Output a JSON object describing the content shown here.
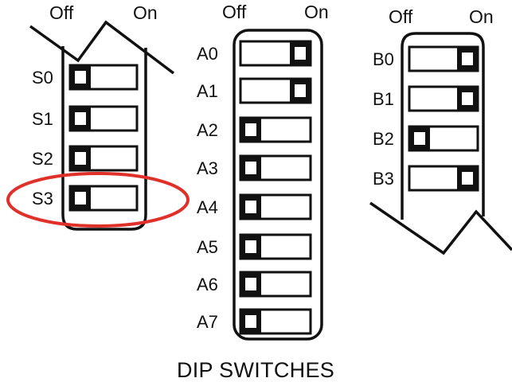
{
  "diagram": {
    "title": "DIP SWITCHES",
    "colors": {
      "outline": "#111111",
      "highlight": "#e0302a",
      "background": "#ffffff"
    },
    "banks": [
      {
        "id": "S",
        "off_label": "Off",
        "on_label": "On",
        "switches": [
          {
            "label": "S0",
            "state": "Off"
          },
          {
            "label": "S1",
            "state": "Off"
          },
          {
            "label": "S2",
            "state": "Off"
          },
          {
            "label": "S3",
            "state": "Off",
            "highlighted": true
          }
        ]
      },
      {
        "id": "A",
        "off_label": "Off",
        "on_label": "On",
        "switches": [
          {
            "label": "A0",
            "state": "On"
          },
          {
            "label": "A1",
            "state": "On"
          },
          {
            "label": "A2",
            "state": "Off"
          },
          {
            "label": "A3",
            "state": "Off"
          },
          {
            "label": "A4",
            "state": "Off"
          },
          {
            "label": "A5",
            "state": "Off"
          },
          {
            "label": "A6",
            "state": "Off"
          },
          {
            "label": "A7",
            "state": "Off"
          }
        ]
      },
      {
        "id": "B",
        "off_label": "Off",
        "on_label": "On",
        "switches": [
          {
            "label": "B0",
            "state": "On"
          },
          {
            "label": "B1",
            "state": "On"
          },
          {
            "label": "B2",
            "state": "Off"
          },
          {
            "label": "B3",
            "state": "On"
          }
        ]
      }
    ]
  }
}
